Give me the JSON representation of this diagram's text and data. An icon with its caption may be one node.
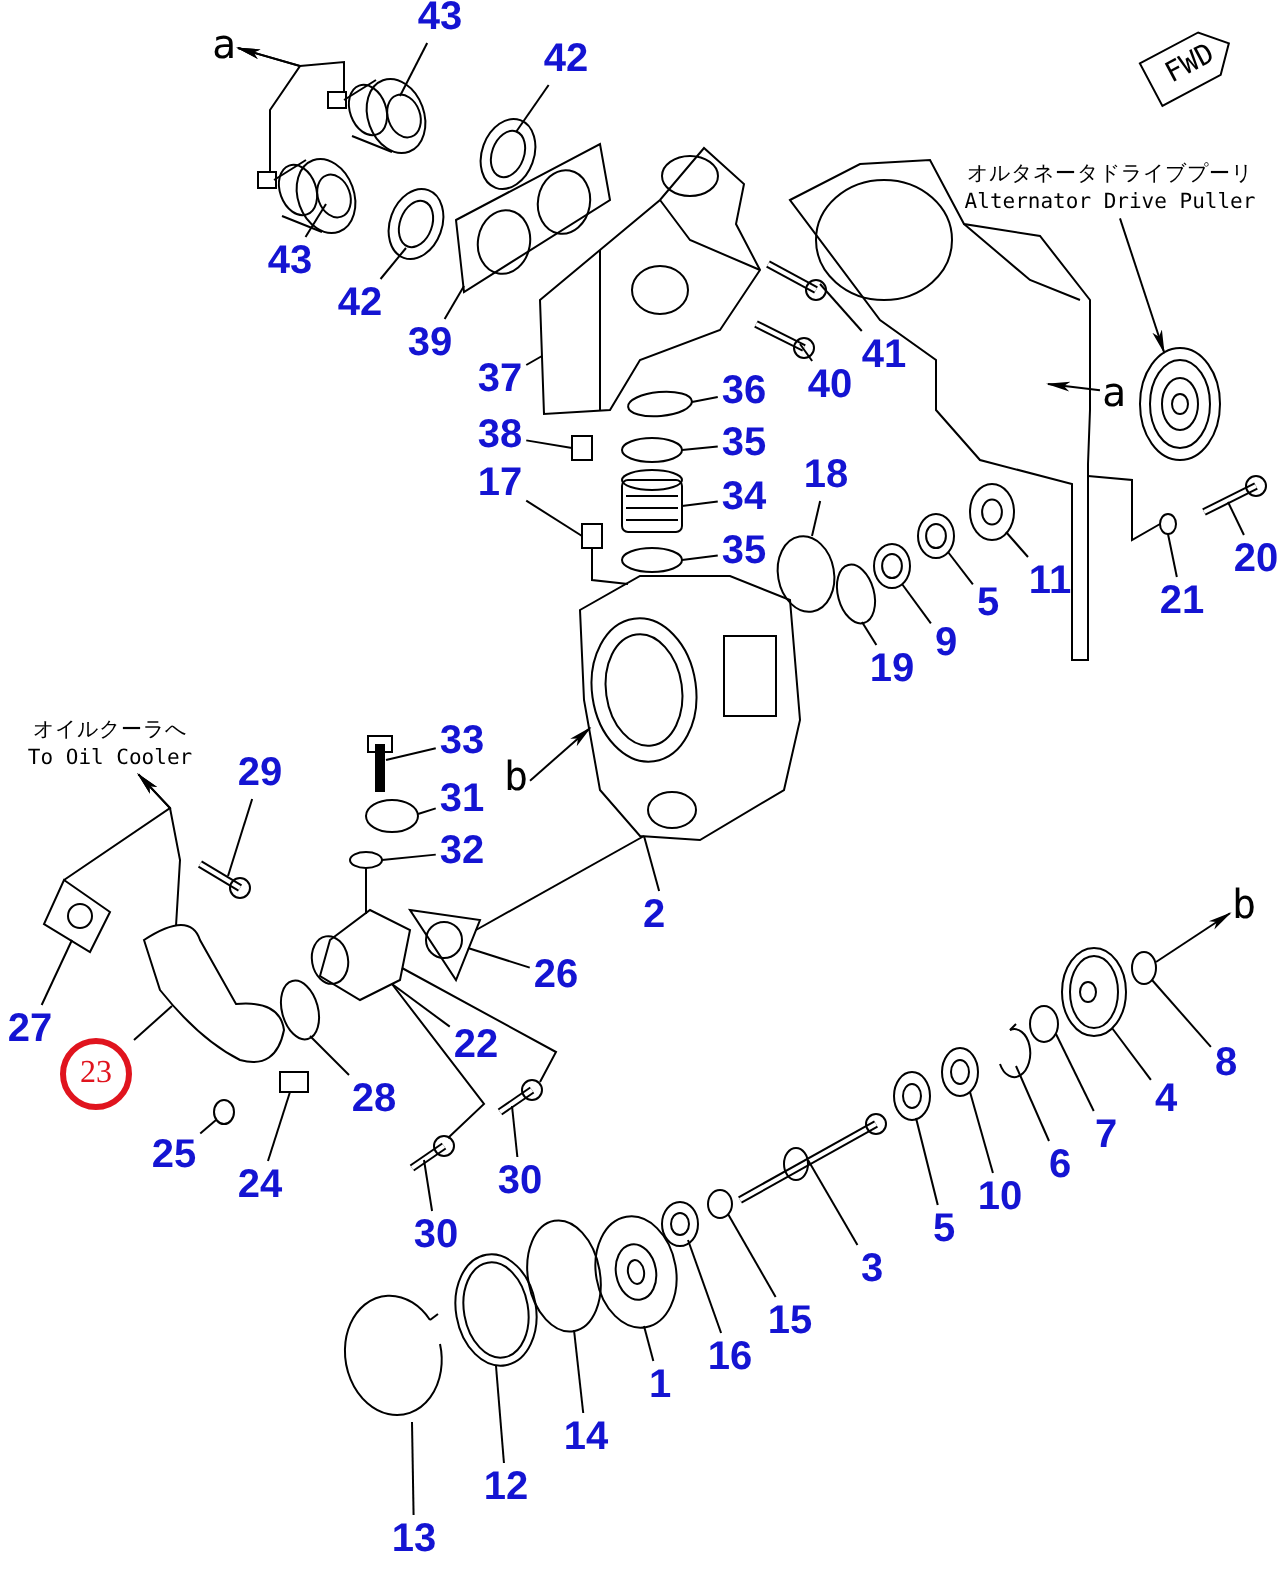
{
  "diagram": {
    "nodes": [
      {
        "text": [
          "a"
        ]
      },
      {
        "text": [
          "43"
        ]
      },
      {
        "text": [
          "42"
        ]
      },
      {
        "text": [
          "FWD"
        ]
      },
      {
        "text": [
          "43"
        ]
      },
      {
        "text": [
          "42"
        ]
      },
      {
        "text": [
          "39"
        ]
      },
      {
        "text": [
          "オルタネータドライブプーリ",
          "Alternator Drive Puller"
        ]
      },
      {
        "text": [
          "37"
        ]
      },
      {
        "text": [
          "41"
        ]
      },
      {
        "text": [
          "40"
        ]
      },
      {
        "text": [
          "36"
        ]
      },
      {
        "text": [
          "a"
        ]
      },
      {
        "text": [
          "38"
        ]
      },
      {
        "text": [
          "35"
        ]
      },
      {
        "text": [
          "17"
        ]
      },
      {
        "text": [
          "34"
        ]
      },
      {
        "text": [
          "18"
        ]
      },
      {
        "text": [
          "35"
        ]
      },
      {
        "text": [
          "20"
        ]
      },
      {
        "text": [
          "21"
        ]
      },
      {
        "text": [
          "11"
        ]
      },
      {
        "text": [
          "5"
        ]
      },
      {
        "text": [
          "9"
        ]
      },
      {
        "text": [
          "19"
        ]
      },
      {
        "text": [
          "オイルクーラへ",
          "To Oil Cooler"
        ]
      },
      {
        "text": [
          "33"
        ]
      },
      {
        "text": [
          "b"
        ]
      },
      {
        "text": [
          "29"
        ]
      },
      {
        "text": [
          "31"
        ]
      },
      {
        "text": [
          "32"
        ]
      },
      {
        "text": [
          "2"
        ]
      },
      {
        "text": [
          "b"
        ]
      },
      {
        "text": [
          "26"
        ]
      },
      {
        "text": [
          "27"
        ]
      },
      {
        "text": [
          "22"
        ]
      },
      {
        "text": [
          "23"
        ]
      },
      {
        "text": [
          "28"
        ]
      },
      {
        "text": [
          "8"
        ]
      },
      {
        "text": [
          "4"
        ]
      },
      {
        "text": [
          "7"
        ]
      },
      {
        "text": [
          "25"
        ]
      },
      {
        "text": [
          "6"
        ]
      },
      {
        "text": [
          "24"
        ]
      },
      {
        "text": [
          "30"
        ]
      },
      {
        "text": [
          "10"
        ]
      },
      {
        "text": [
          "5"
        ]
      },
      {
        "text": [
          "30"
        ]
      },
      {
        "text": [
          "3"
        ]
      },
      {
        "text": [
          "15"
        ]
      },
      {
        "text": [
          "16"
        ]
      },
      {
        "text": [
          "1"
        ]
      },
      {
        "text": [
          "14"
        ]
      },
      {
        "text": [
          "12"
        ]
      },
      {
        "text": [
          "13"
        ]
      },
      {
        "text": [],
        "shape": "picture"
      },
      {
        "text": [],
        "shape": "picture"
      },
      {
        "text": [],
        "shape": "picture"
      },
      {
        "text": [],
        "shape": "picture"
      },
      {
        "text": [],
        "shape": "picture"
      },
      {
        "text": [],
        "shape": "picture"
      },
      {
        "text": [],
        "shape": "picture"
      },
      {
        "text": [],
        "shape": "picture"
      },
      {
        "text": [],
        "shape": "picture"
      },
      {
        "text": [],
        "shape": "circle"
      },
      {
        "text": [],
        "shape": "box"
      },
      {
        "text": [],
        "shape": "circle"
      },
      {
        "text": [],
        "shape": "box"
      },
      {
        "text": [],
        "shape": "picture"
      },
      {
        "text": [],
        "shape": "circle"
      },
      {
        "text": [],
        "shape": "circle"
      },
      {
        "text": [],
        "shape": "picture"
      },
      {
        "text": [],
        "shape": "circle"
      },
      {
        "text": [],
        "shape": "picture"
      },
      {
        "text": [],
        "shape": "picture"
      },
      {
        "text": [],
        "shape": "picture"
      },
      {
        "text": [],
        "shape": "circle"
      },
      {
        "text": [],
        "shape": "picture"
      },
      {
        "text": [],
        "shape": "picture"
      },
      {
        "text": [],
        "shape": "circle"
      },
      {
        "text": [],
        "shape": "circle"
      },
      {
        "text": [],
        "shape": "picture"
      },
      {
        "text": [],
        "shape": "picture"
      },
      {
        "text": [],
        "shape": "picture"
      },
      {
        "text": [],
        "shape": "picture"
      },
      {
        "text": [],
        "shape": "picture"
      },
      {
        "text": [],
        "shape": "circle"
      },
      {
        "text": [],
        "shape": "circle"
      },
      {
        "text": [],
        "shape": "picture"
      },
      {
        "text": [],
        "shape": "circle"
      },
      {
        "text": [],
        "shape": "circle"
      },
      {
        "text": [],
        "shape": "picture"
      },
      {
        "text": [],
        "shape": "box"
      },
      {
        "text": [],
        "shape": "picture"
      },
      {
        "text": [],
        "shape": "picture"
      },
      {
        "text": [],
        "shape": "picture"
      },
      {
        "text": [],
        "shape": "picture"
      },
      {
        "text": [],
        "shape": "picture"
      },
      {
        "text": [],
        "shape": "circle"
      },
      {
        "text": [],
        "shape": "picture"
      },
      {
        "text": [],
        "shape": "picture"
      },
      {
        "text": [],
        "shape": "circle"
      },
      {
        "text": [],
        "shape": "picture"
      },
      {
        "text": [],
        "shape": "picture"
      },
      {
        "text": [],
        "shape": "picture"
      }
    ],
    "edges": [
      {
        "from": 1,
        "to": 56,
        "arrow": "none"
      },
      {
        "from": 2,
        "to": 57,
        "arrow": "none"
      },
      {
        "from": 4,
        "to": 58,
        "arrow": "none"
      },
      {
        "from": 5,
        "to": 59,
        "arrow": "none"
      },
      {
        "from": 6,
        "to": 60,
        "arrow": "none"
      },
      {
        "from": 8,
        "to": 61,
        "arrow": "none"
      },
      {
        "from": 9,
        "to": 62,
        "arrow": "none"
      },
      {
        "from": 10,
        "to": 63,
        "arrow": "none"
      },
      {
        "from": 11,
        "to": 64,
        "arrow": "none"
      },
      {
        "from": 13,
        "to": 65,
        "arrow": "none"
      },
      {
        "from": 14,
        "to": 66,
        "arrow": "none"
      },
      {
        "from": 15,
        "to": 67,
        "arrow": "none"
      },
      {
        "from": 16,
        "to": 68,
        "arrow": "none"
      },
      {
        "from": 17,
        "to": 69,
        "arrow": "none"
      },
      {
        "from": 18,
        "to": 70,
        "arrow": "none"
      },
      {
        "from": 19,
        "to": 71,
        "arrow": "none"
      },
      {
        "from": 20,
        "to": 72,
        "arrow": "none"
      },
      {
        "from": 21,
        "to": 73,
        "arrow": "none"
      },
      {
        "from": 22,
        "to": 74,
        "arrow": "none"
      },
      {
        "from": 23,
        "to": 75,
        "arrow": "none"
      },
      {
        "from": 24,
        "to": 76,
        "arrow": "none"
      },
      {
        "from": 26,
        "to": 77,
        "arrow": "none"
      },
      {
        "from": 28,
        "to": 78,
        "arrow": "none"
      },
      {
        "from": 29,
        "to": 79,
        "arrow": "none"
      },
      {
        "from": 30,
        "to": 80,
        "arrow": "none"
      },
      {
        "from": 31,
        "to": 81,
        "arrow": "none"
      },
      {
        "from": 33,
        "to": 82,
        "arrow": "none"
      },
      {
        "from": 34,
        "to": 83,
        "arrow": "none"
      },
      {
        "from": 35,
        "to": 84,
        "arrow": "none"
      },
      {
        "from": 36,
        "to": 85,
        "arrow": "none"
      },
      {
        "from": 37,
        "to": 86,
        "arrow": "none"
      },
      {
        "from": 38,
        "to": 87,
        "arrow": "none"
      },
      {
        "from": 39,
        "to": 88,
        "arrow": "none"
      },
      {
        "from": 40,
        "to": 89,
        "arrow": "none"
      },
      {
        "from": 41,
        "to": 90,
        "arrow": "none"
      },
      {
        "from": 42,
        "to": 91,
        "arrow": "none"
      },
      {
        "from": 43,
        "to": 92,
        "arrow": "none"
      },
      {
        "from": 44,
        "to": 93,
        "arrow": "none"
      },
      {
        "from": 45,
        "to": 94,
        "arrow": "none"
      },
      {
        "from": 46,
        "to": 95,
        "arrow": "none"
      },
      {
        "from": 47,
        "to": 96,
        "arrow": "none"
      },
      {
        "from": 48,
        "to": 97,
        "arrow": "none"
      },
      {
        "from": 49,
        "to": 98,
        "arrow": "none"
      },
      {
        "from": 50,
        "to": 99,
        "arrow": "none"
      },
      {
        "from": 51,
        "to": 100,
        "arrow": "none"
      },
      {
        "from": 52,
        "to": 101,
        "arrow": "none"
      },
      {
        "from": 53,
        "to": 102,
        "arrow": "none"
      },
      {
        "from": 54,
        "to": 103,
        "arrow": "none"
      },
      {
        "from": 56,
        "to": 0,
        "arrow": "to"
      },
      {
        "from": 58,
        "to": 0,
        "arrow": "to"
      },
      {
        "from": 7,
        "to": 55,
        "arrow": "to"
      },
      {
        "from": 12,
        "to": 104,
        "arrow": "to"
      },
      {
        "from": 83,
        "to": 25,
        "arrow": "to"
      },
      {
        "from": 85,
        "to": 25,
        "arrow": "to"
      },
      {
        "from": 27,
        "to": 81,
        "arrow": "to"
      },
      {
        "from": 87,
        "to": 32,
        "arrow": "to"
      },
      {
        "from": 82,
        "to": 81,
        "arrow": "none"
      },
      {
        "from": 80,
        "to": 84,
        "arrow": "none"
      },
      {
        "from": 84,
        "to": 93,
        "arrow": "none"
      },
      {
        "from": 84,
        "to": 96,
        "arrow": "none"
      },
      {
        "from": 72,
        "to": 104,
        "arrow": "none"
      },
      {
        "from": 67,
        "to": 81,
        "arrow": "none"
      }
    ]
  }
}
